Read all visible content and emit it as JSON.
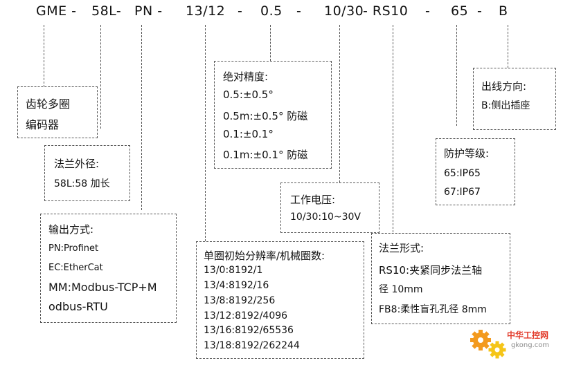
{
  "code_segments": [
    {
      "id": "gme",
      "text": "GME -"
    },
    {
      "id": "58l",
      "text": "58L-"
    },
    {
      "id": "pn",
      "text": "PN -"
    },
    {
      "id": "res",
      "text": "13/12"
    },
    {
      "id": "d1",
      "text": "-"
    },
    {
      "id": "acc",
      "text": "0.5"
    },
    {
      "id": "d2",
      "text": "-"
    },
    {
      "id": "volt",
      "text": "10/30"
    },
    {
      "id": "rs",
      "text": "- RS10"
    },
    {
      "id": "d3",
      "text": "-"
    },
    {
      "id": "prot",
      "text": "65"
    },
    {
      "id": "d4",
      "text": "-"
    },
    {
      "id": "out",
      "text": "B"
    }
  ],
  "boxes": {
    "encoder": {
      "lines": [
        "齿轮多圈",
        "编码器"
      ]
    },
    "flange_dia": {
      "lines": [
        "法兰外径:",
        "58L:58 加长"
      ]
    },
    "output": {
      "lines": [
        "输出方式:",
        "PN:Profinet",
        "EC:EtherCat",
        "MM:Modbus-TCP+M",
        "odbus-RTU"
      ]
    },
    "accuracy": {
      "lines": [
        "绝对精度:",
        "0.5:±0.5°",
        "0.5m:±0.5° 防磁",
        "0.1:±0.1°",
        "0.1m:±0.1° 防磁"
      ]
    },
    "resolution": {
      "lines": [
        "单圈初始分辨率/机械圈数:",
        "13/0:8192/1",
        "13/4:8192/16",
        "13/8:8192/256",
        "13/12:8192/4096",
        "13/16:8192/65536",
        "13/18:8192/262244"
      ]
    },
    "voltage": {
      "lines": [
        "工作电压:",
        "10/30:10~30V"
      ]
    },
    "flange_form": {
      "lines": [
        "法兰形式:",
        "RS10:夹紧同步法兰轴",
        "径 10mm",
        "FB8:柔性盲孔孔径 8mm"
      ]
    },
    "protection": {
      "lines": [
        "防护等级:",
        "65:IP65",
        "67:IP67"
      ]
    },
    "outlet": {
      "lines": [
        "出线方向:",
        "B:侧出插座"
      ]
    }
  },
  "watermark": {
    "text": "中华工控网",
    "url": "gkong.com"
  },
  "colors": {
    "border": "#555555",
    "text": "#111111",
    "gear_orange": "#f39a1e",
    "gear_yellow": "#f5c518",
    "watermark_red": "#e23a2a"
  }
}
